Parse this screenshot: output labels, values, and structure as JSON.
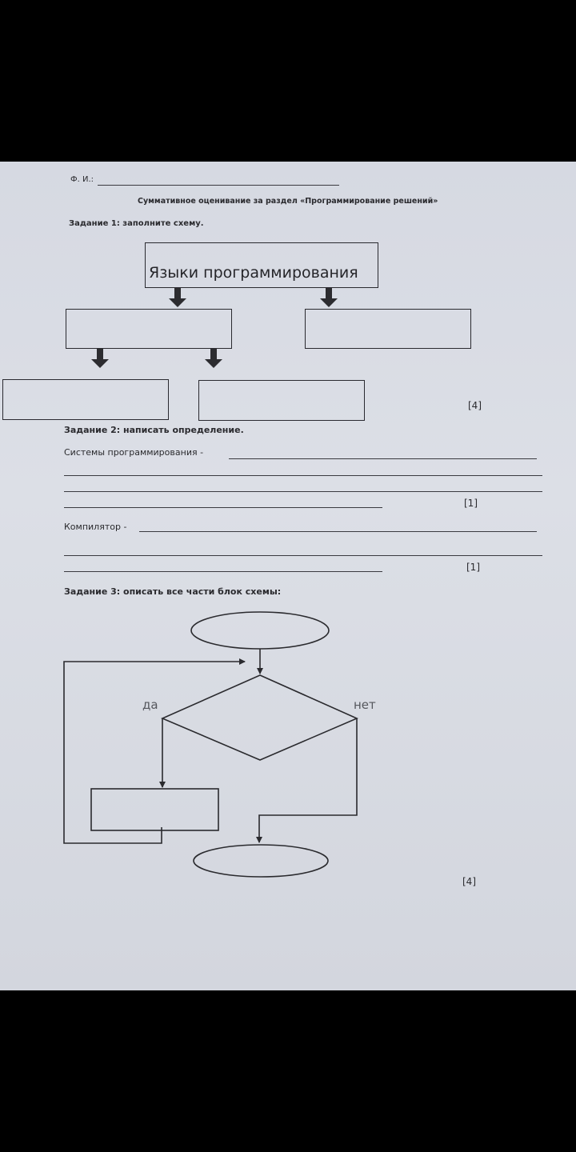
{
  "header": {
    "name_label": "Ф. И.:",
    "title": "Суммативное оценивание за раздел «Программирование решений»"
  },
  "task1": {
    "heading": "Задание 1: заполните схему.",
    "root_label": "Языки программирования",
    "score": "[4]"
  },
  "task2": {
    "heading": "Задание 2: написать определение.",
    "term1": "Системы программирования -",
    "term1_score": "[1]",
    "term2": "Компилятор -",
    "term2_score": "[1]"
  },
  "task3": {
    "heading": "Задание 3: описать все части блок схемы:",
    "yes_label": "да",
    "no_label": "нет",
    "score": "[4]"
  }
}
